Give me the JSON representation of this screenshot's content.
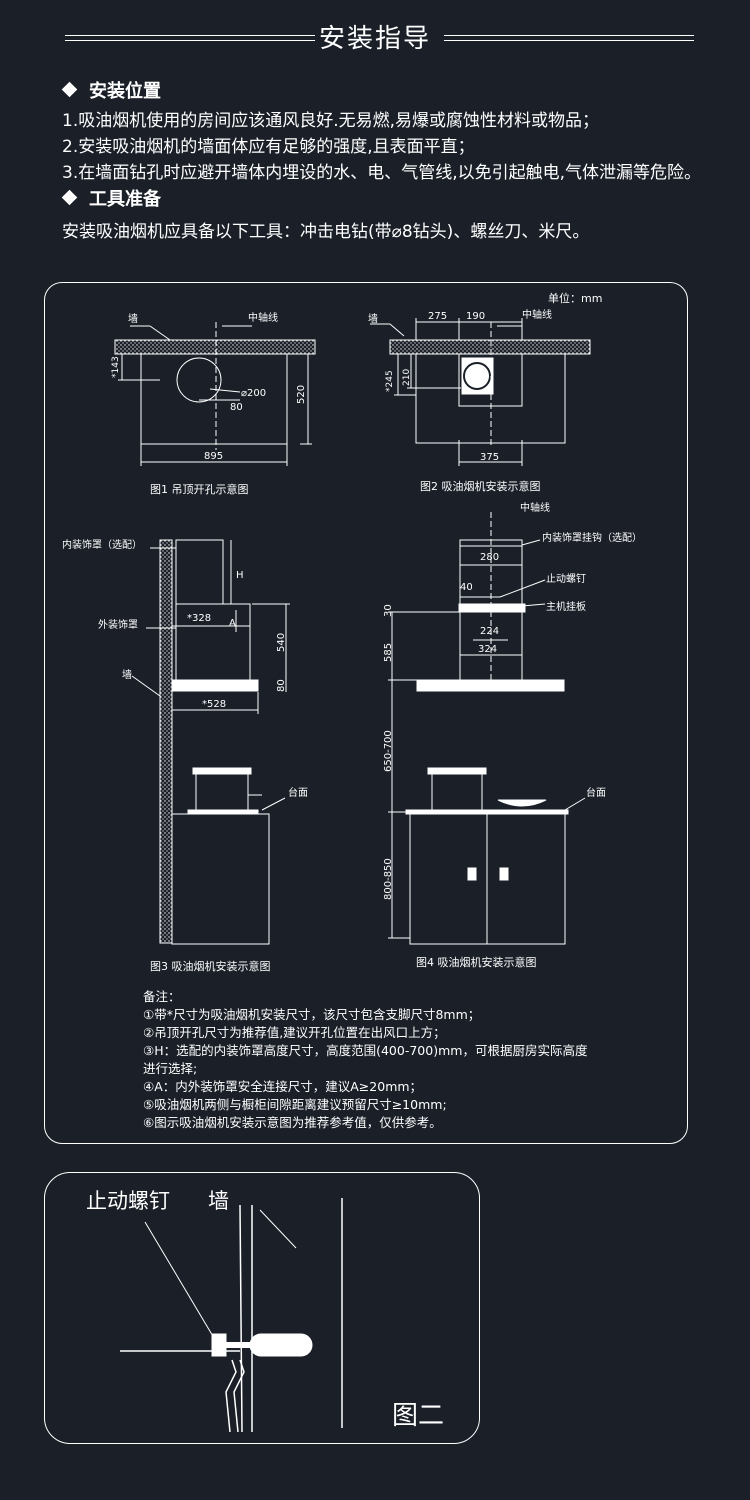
{
  "header": {
    "title": "安装指导"
  },
  "section1": {
    "heading": "安装位置",
    "items": [
      "1.吸油烟机使用的房间应该通风良好.无易燃,易爆或腐蚀性材料或物品；",
      "2.安装吸油烟机的墙面体应有足够的强度,且表面平直；",
      "3.在墙面钻孔时应避开墙体内埋设的水、电、气管线,以免引起触电,气体泄漏等危险。"
    ]
  },
  "section2": {
    "heading": "工具准备",
    "text": "安装吸油烟机应具备以下工具：冲击电钻(带⌀8钻头)、螺丝刀、米尺。"
  },
  "diagram": {
    "unit": "单位：mm",
    "fig1": {
      "caption": "图1 吊顶开孔示意图",
      "wall": "墙",
      "axis": "中轴线",
      "d143": "*143",
      "d200": "⌀200",
      "d80": "80",
      "d520": "520",
      "d895": "895"
    },
    "fig2": {
      "caption": "图2 吸油烟机安装示意图",
      "wall": "墙",
      "axis": "中轴线",
      "d275": "275",
      "d190": "190",
      "d245": "*245",
      "d210": "210",
      "d375": "375"
    },
    "fig3": {
      "caption": "图3 吸油烟机安装示意图",
      "inner_cover": "内装饰罩（选配）",
      "outer_cover": "外装饰罩",
      "wall": "墙",
      "counter": "台面",
      "H": "H",
      "A": "A",
      "d328": "*328",
      "d540": "540",
      "d80": "80",
      "d528": "*528"
    },
    "fig4": {
      "caption": "图4 吸油烟机安装示意图",
      "axis": "中轴线",
      "hook": "内装饰罩挂钩（选配）",
      "screw": "止动螺钉",
      "plate": "主机挂板",
      "counter": "台面",
      "d280": "280",
      "d40": "40",
      "d30": "30",
      "d224": "224",
      "d324": "324",
      "d585": "585",
      "d650": "650-700",
      "d800": "800-850"
    }
  },
  "notes": {
    "title": "备注：",
    "items": [
      "①带*尺寸为吸油烟机安装尺寸，该尺寸包含支脚尺寸8mm；",
      "②吊顶开孔尺寸为推荐值,建议开孔位置在出风口上方；",
      "③H：选配的内装饰罩高度尺寸，高度范围(400-700)mm，可根据厨房实际高度",
      "进行选择;",
      "④A：内外装饰罩安全连接尺寸，建议A≥20mm；",
      "⑤吸油烟机两侧与橱柜间隙距离建议预留尺寸≥10mm;",
      "⑥图示吸油烟机安装示意图为推荐参考值，仅供参考。"
    ]
  },
  "detail": {
    "screw": "止动螺钉",
    "wall": "墙",
    "caption": "图二"
  }
}
